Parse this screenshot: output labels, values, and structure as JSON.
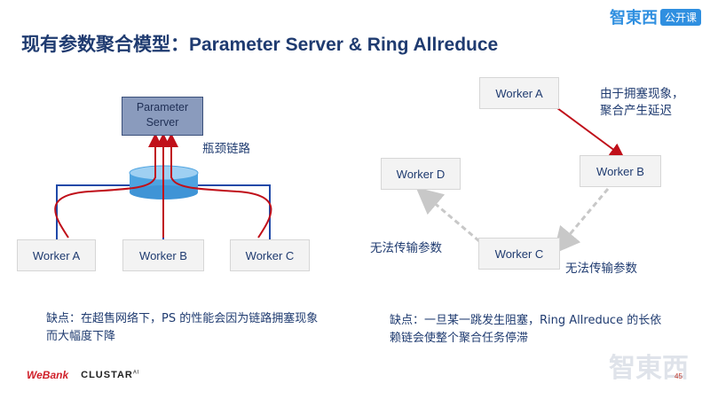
{
  "title": {
    "prefix": "现有参数聚合模型：",
    "suffix": "Parameter Server & Ring Allreduce"
  },
  "brand": {
    "logo": "智東西",
    "tag": "公开课"
  },
  "left": {
    "server_line1": "Parameter",
    "server_line2": "Server",
    "bottleneck_label": "瓶颈链路",
    "workers": [
      "Worker A",
      "Worker B",
      "Worker C"
    ],
    "note": "缺点：在超售网络下，PS 的性能会因为链路拥塞现象而大幅度下降"
  },
  "right": {
    "workers": {
      "a": "Worker A",
      "b": "Worker B",
      "c": "Worker C",
      "d": "Worker D"
    },
    "congestion_label_line1": "由于拥塞现象，",
    "congestion_label_line2": "聚合产生延迟",
    "fail_label_left": "无法传输参数",
    "fail_label_bottom": "无法传输参数",
    "note": "缺点：一旦某一跳发生阻塞，Ring Allreduce 的长依赖链会使整个聚合任务停滞"
  },
  "footer": {
    "webank": "WeBank",
    "clustar": "CLUSTAR",
    "clustar_sup": "AI"
  },
  "watermark": "智東西",
  "page_number": "45",
  "colors": {
    "title": "#1f3b70",
    "arrow": "#c0101a",
    "link": "#1f49a8",
    "dashed": "#bcbcbc"
  }
}
